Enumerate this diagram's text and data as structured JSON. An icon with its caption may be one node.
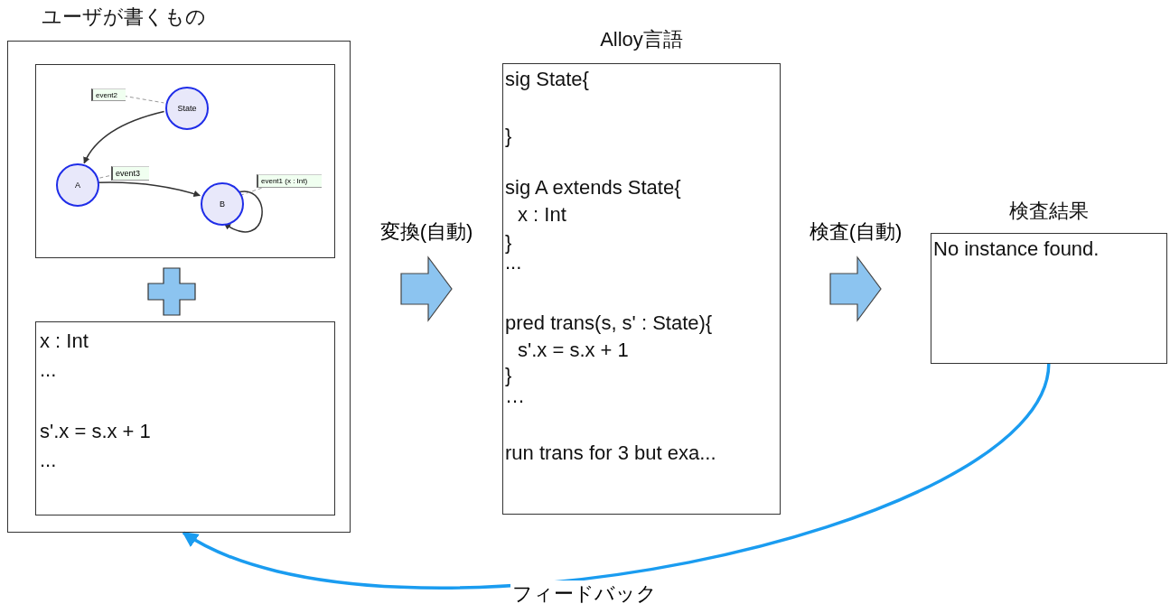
{
  "diagram": {
    "nodes": [
      {
        "text": [
          "ユーザが書くもの"
        ]
      },
      {
        "text": [],
        "shape": "box",
        "in": 0
      },
      {
        "text": [
          "State"
        ],
        "in": 1
      },
      {
        "text": [
          "A"
        ],
        "in": 1
      },
      {
        "text": [
          "B"
        ],
        "in": 1
      },
      {
        "text": [
          "event2"
        ],
        "in": 1
      },
      {
        "text": [
          "event3"
        ],
        "in": 1
      },
      {
        "text": [
          "event1 (x : Int)"
        ],
        "in": 1
      },
      {
        "text": [
          "x : Int",
          "...",
          "s'.x = s.x + 1",
          "..."
        ],
        "in": 0
      },
      {
        "text": [
          "Alloy言語",
          "sig State{",
          "}",
          "sig A extends State{",
          "x : Int",
          "}",
          "...",
          "pred trans(s, s' : State){",
          "s'.x = s.x + 1",
          "}",
          "…",
          "run trans for 3 but exa..."
        ]
      },
      {
        "text": [
          "検査結果",
          "No instance found."
        ]
      }
    ],
    "edges": [
      {
        "from": 0,
        "to": 9,
        "arrow": "to",
        "label": "変換(自動)"
      },
      {
        "from": 9,
        "to": 10,
        "arrow": "to",
        "label": "検査(自動)"
      },
      {
        "from": 10,
        "to": 0,
        "arrow": "to",
        "label": "フィードバック",
        "style": "thick",
        "color": "#1a9cf0"
      },
      {
        "from": 2,
        "to": 3,
        "arrow": "to"
      },
      {
        "from": 3,
        "to": 4,
        "arrow": "to"
      },
      {
        "from": 4,
        "to": 4,
        "arrow": "to"
      },
      {
        "from": 5,
        "to": 2,
        "arrow": "none",
        "style": "dashed",
        "color": "#999999"
      },
      {
        "from": 6,
        "to": 3,
        "arrow": "none",
        "style": "dashed",
        "color": "#999999"
      },
      {
        "from": 7,
        "to": 4,
        "arrow": "none",
        "style": "dashed",
        "color": "#999999"
      }
    ]
  }
}
